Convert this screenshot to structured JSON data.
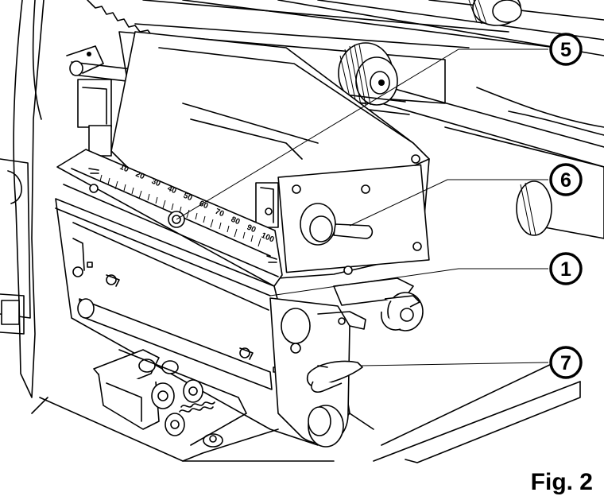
{
  "figure": {
    "label": "Fig. 2"
  },
  "callouts": [
    {
      "id": "5",
      "text": "5"
    },
    {
      "id": "6",
      "text": "6"
    },
    {
      "id": "1",
      "text": "1"
    },
    {
      "id": "7",
      "text": "7"
    }
  ],
  "scale": {
    "ticks": [
      "10",
      "20",
      "30",
      "40",
      "50",
      "60",
      "70",
      "80",
      "90",
      "100"
    ]
  }
}
